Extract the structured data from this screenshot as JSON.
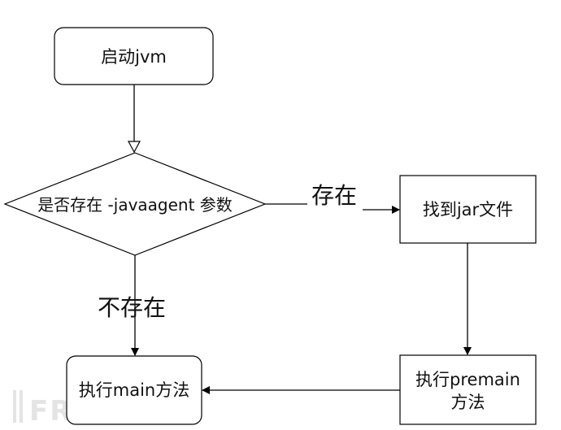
{
  "nodes": {
    "start": {
      "label": "启动jvm"
    },
    "decision": {
      "label": "是否存在 -javaagent 参数"
    },
    "find_jar": {
      "label": "找到jar文件"
    },
    "exec_premain": {
      "line1": "执行premain",
      "line2": "方法"
    },
    "exec_main": {
      "label": "执行main方法"
    }
  },
  "edges": {
    "exists": "存在",
    "not_exists": "不存在"
  },
  "watermark": "FREEBUF"
}
